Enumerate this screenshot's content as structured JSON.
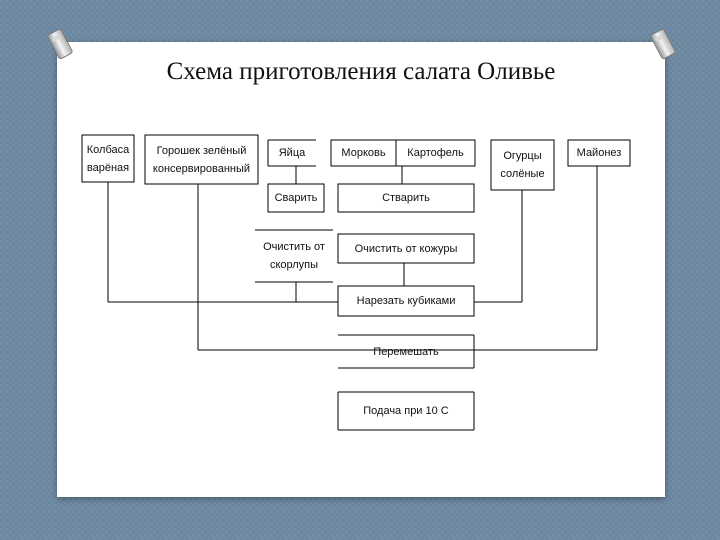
{
  "title": "Схема приготовления салата Оливье",
  "boxes": {
    "kolbasa": "Колбаса\nварёная",
    "goroshek": "Горошек зелёный\nконсервированный",
    "yaytsa": "Яйца",
    "morkov": "Морковь",
    "kartofel": "Картофель",
    "ogurtsy": "Огурцы\nсолёные",
    "mayonez": "Майонез",
    "svarit": "Сварить",
    "stvarit": "Стварить",
    "ochistit_skorlupy": "Очистить от\nскорлупы",
    "ochistit_kozhury": "Очистить от кожуры",
    "narezat": "Нарезать кубиками",
    "peremeshat": "Перемешать",
    "podacha": "Подача при 10 С"
  }
}
